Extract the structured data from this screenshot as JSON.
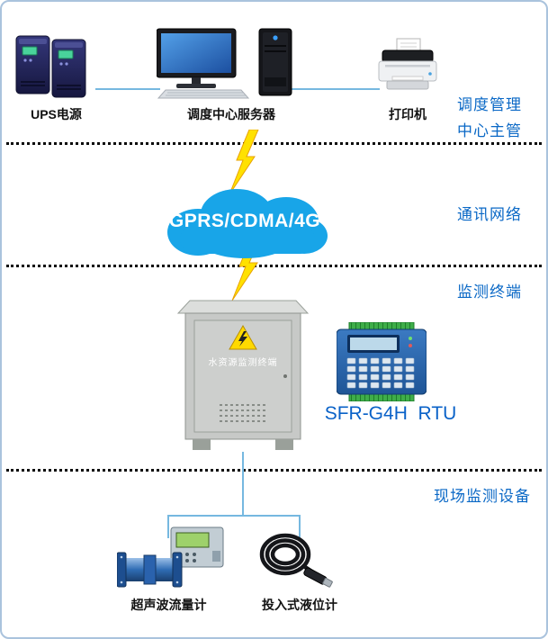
{
  "colors": {
    "label_blue": "#0a68c6",
    "cloud_blue": "#18a5e8",
    "lightning_yellow": "#ffe100",
    "connector_blue": "#76b8e0",
    "cabinet_gray": "#c7c9c7",
    "rtu_blue": "#2e6db4",
    "border_blue": "#aac3dd"
  },
  "dispatch_section": {
    "ups_label": "UPS电源",
    "server_label": "调度中心服务器",
    "printer_label": "打印机",
    "side_label_line1": "调度管理",
    "side_label_line2": "中心主管"
  },
  "network_section": {
    "cloud_label": "GPRS/CDMA/4G",
    "side_label": "通讯网络"
  },
  "terminal_section": {
    "side_label": "监测终端",
    "cabinet_label": "水资源监测终端",
    "rtu_label": "SFR-G4H  RTU"
  },
  "field_section": {
    "side_label": "现场监测设备",
    "flowmeter_label": "超声波流量计",
    "level_gauge_label": "投入式液位计"
  }
}
